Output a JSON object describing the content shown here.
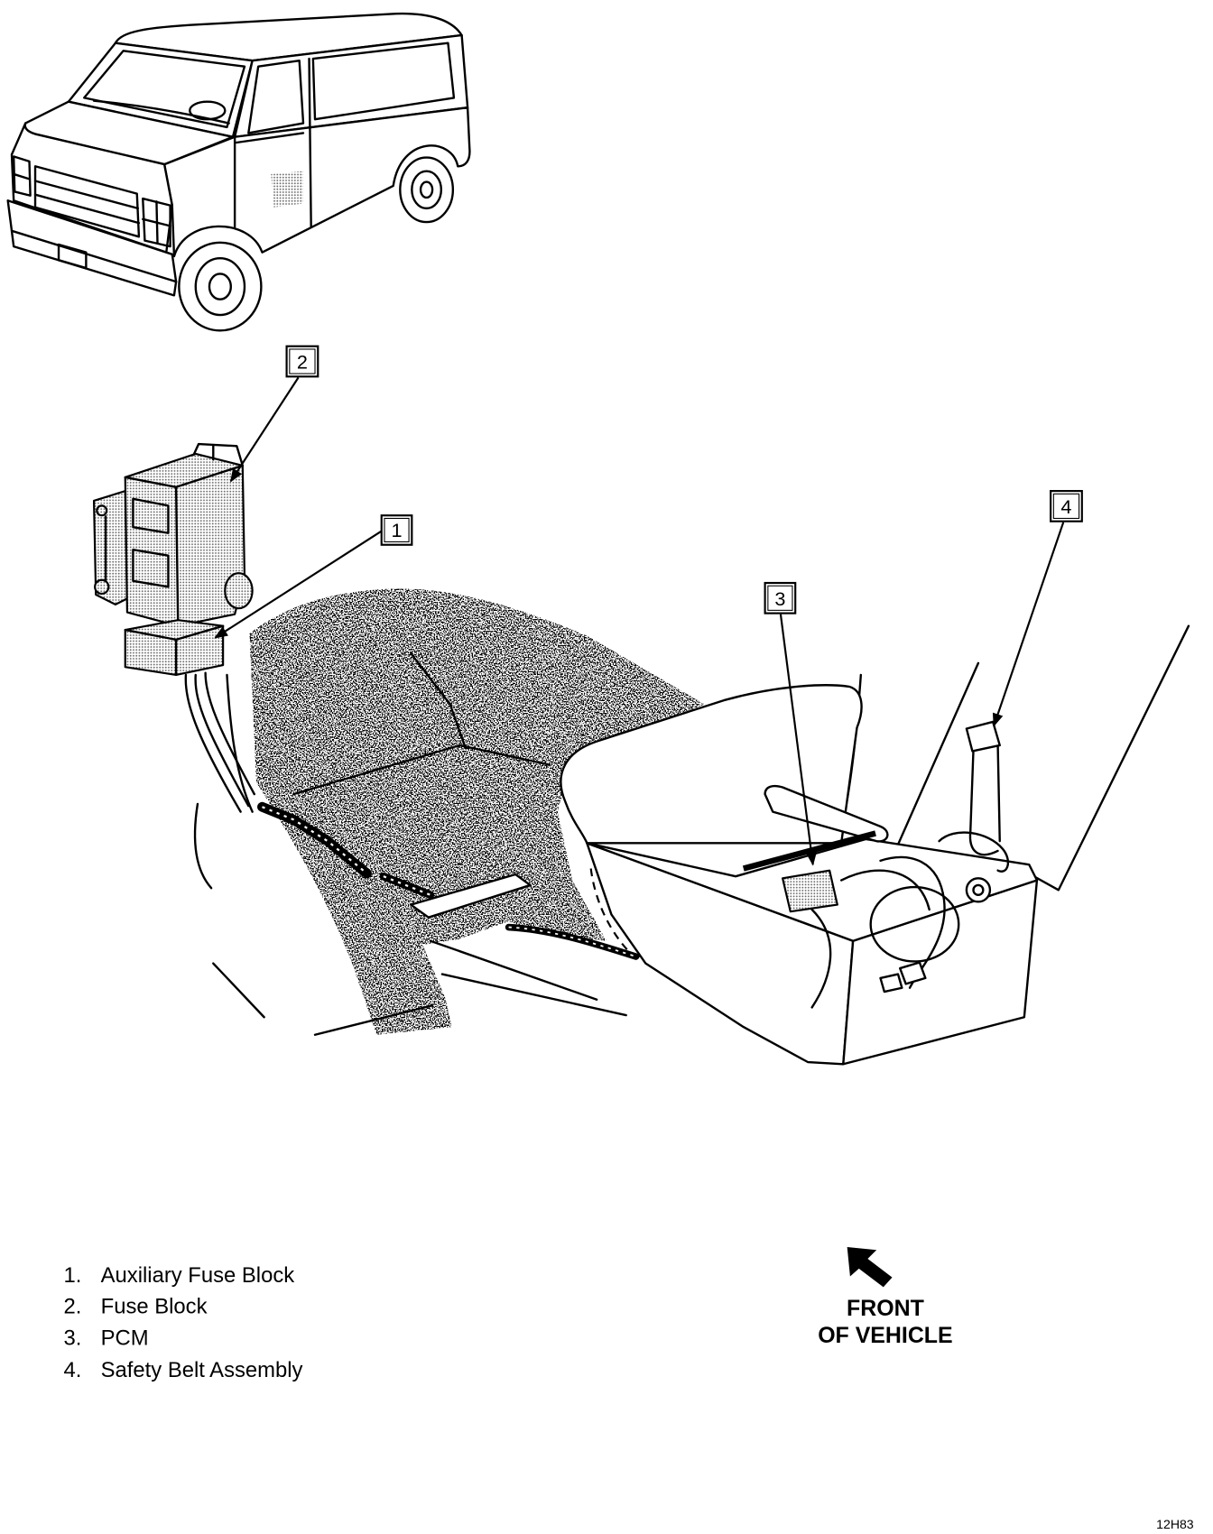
{
  "callouts": {
    "auxiliary_fuse_block": "1",
    "fuse_block": "2",
    "pcm": "3",
    "safety_belt_assembly": "4"
  },
  "legend": [
    {
      "number": "1.",
      "label": "Auxiliary Fuse Block"
    },
    {
      "number": "2.",
      "label": "Fuse Block"
    },
    {
      "number": "3.",
      "label": "PCM"
    },
    {
      "number": "4.",
      "label": "Safety Belt Assembly"
    }
  ],
  "orientation": {
    "line1": "FRONT",
    "line2": "OF VEHICLE",
    "icon": "arrow-up-left-icon"
  },
  "figure_code": "12H83"
}
